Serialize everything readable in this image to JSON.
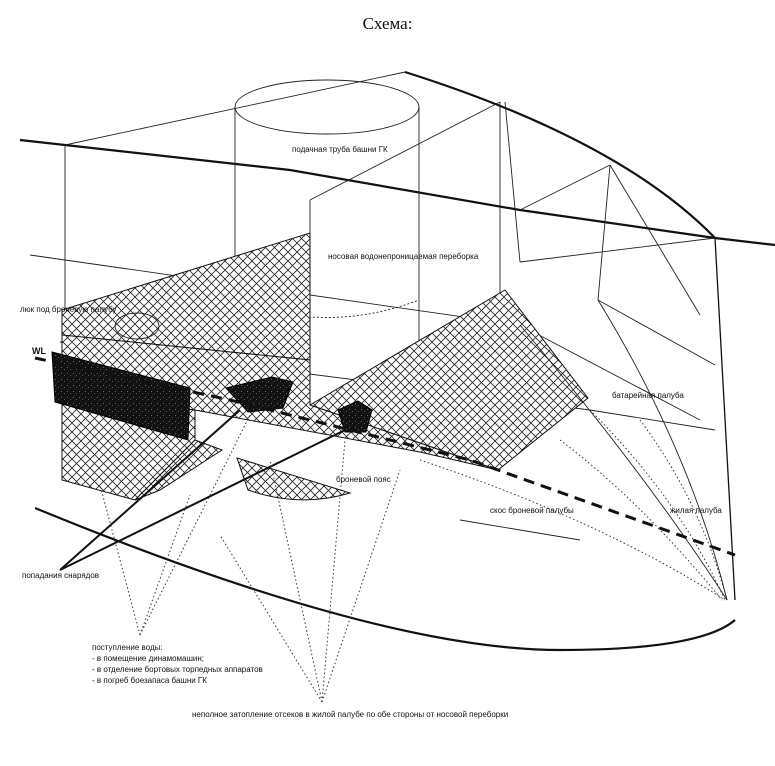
{
  "title": "Схема:",
  "labels": {
    "turret_tube": "подачная труба башни ГК",
    "bow_bulkhead": "носовая водонепроницаемая переборка",
    "hatch": "люк под броневую палубу",
    "waterline": "WL",
    "battery_deck": "батарейная палуба",
    "armor_belt": "броневой пояс",
    "armor_slope": "скос броневой палубы",
    "living_deck": "жилая палуба",
    "shell_hits": "попадания снарядов",
    "flooding_title": "поступление воды:",
    "flooding_items": [
      "- в помещение динамомашин;",
      "- в отделение бортовых торпедных аппаратов",
      "- в  погреб боезапаса башни ГК"
    ],
    "partial_flooding": "неполное затопление отсеков в жилой палубе по обе стороны от  носовой переборки"
  }
}
